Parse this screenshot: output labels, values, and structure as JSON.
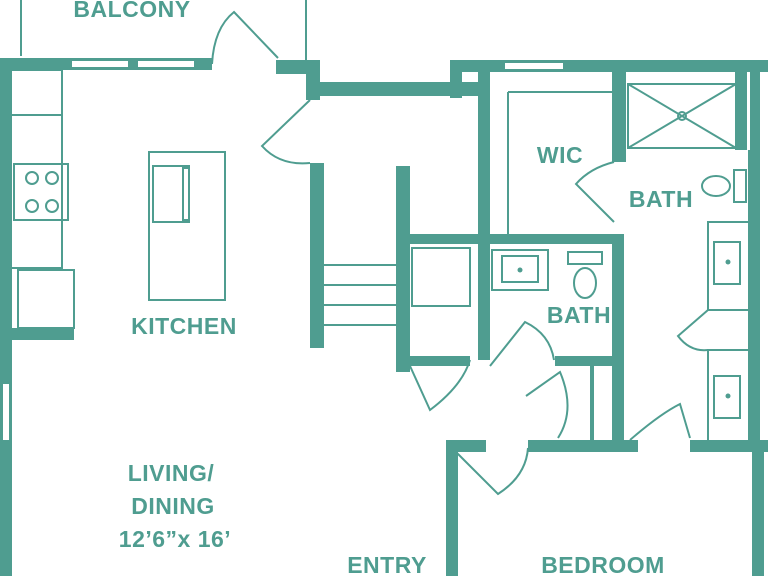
{
  "colors": {
    "wall": "#4f9d90",
    "background": "#ffffff"
  },
  "rooms": {
    "balcony": "BALCONY",
    "kitchen": "KITCHEN",
    "living_line1": "LIVING/",
    "living_line2": "DINING",
    "living_dims": "12’6”x 16’",
    "wic": "WIC",
    "bath_main": "BATH",
    "bath_second": "BATH",
    "entry": "ENTRY",
    "bedroom": "BEDROOM"
  }
}
